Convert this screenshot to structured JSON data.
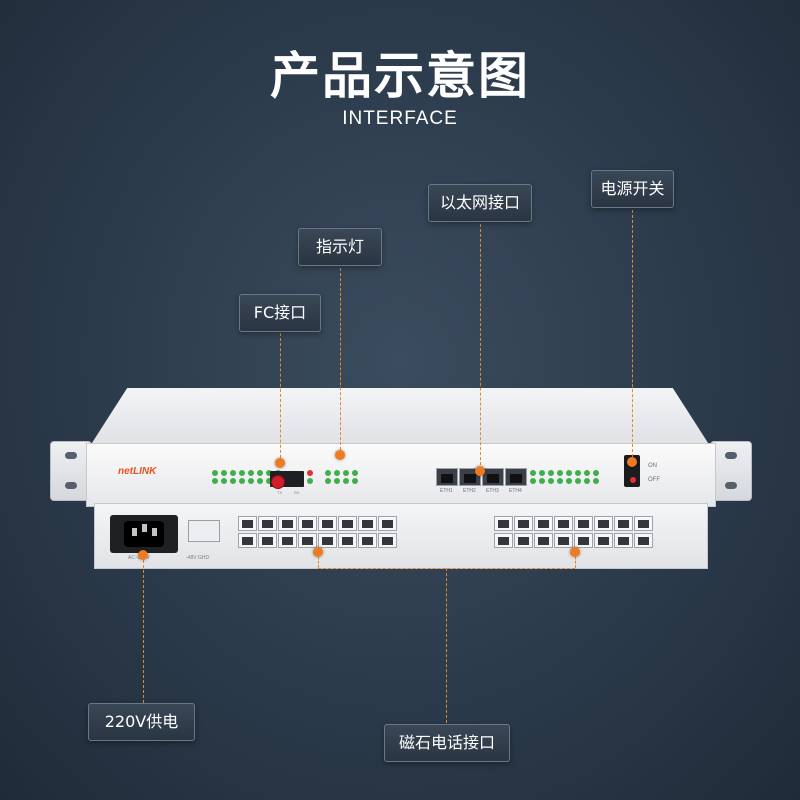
{
  "header": {
    "title": "产品示意图",
    "subtitle": "INTERFACE"
  },
  "callouts": {
    "fc": "FC接口",
    "indicator": "指示灯",
    "ethernet": "以太网接口",
    "power_switch": "电源开关",
    "power_supply": "220V供电",
    "magneto_phone": "磁石电话接口"
  },
  "device": {
    "logo": "netLINK",
    "fc_rx": "RX",
    "fc_tx": "TX",
    "eth_ports": [
      "ETH1",
      "ETH2",
      "ETH3",
      "ETH4"
    ],
    "switch_on": "ON",
    "switch_off": "OFF",
    "ac_label": "AC~220V",
    "dc_label": "-48V GHD"
  },
  "colors": {
    "background": "#2b3a4b",
    "accent": "#ef7a21",
    "led": "#3fae4b",
    "fc_port": "#d21d2c"
  }
}
